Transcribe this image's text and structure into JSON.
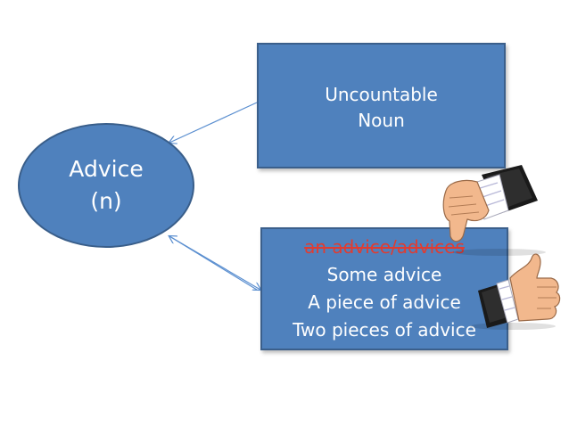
{
  "center_node": {
    "line1": "Advice",
    "line2": "(n)"
  },
  "top_node": {
    "line1": "Uncountable",
    "line2": "Noun"
  },
  "bottom_node": {
    "incorrect": "an advice/advices",
    "correct_1": "Some advice",
    "correct_2": "A piece of advice",
    "correct_3": "Two pieces of advice"
  },
  "icons": {
    "thumbs_down": "thumbs-down-icon",
    "thumbs_up": "thumbs-up-icon"
  },
  "colors": {
    "shape_fill": "#4f81bd",
    "shape_border": "#395e8a",
    "text": "#ffffff",
    "incorrect_text": "#e03c31",
    "connector": "#5b8fd0"
  }
}
